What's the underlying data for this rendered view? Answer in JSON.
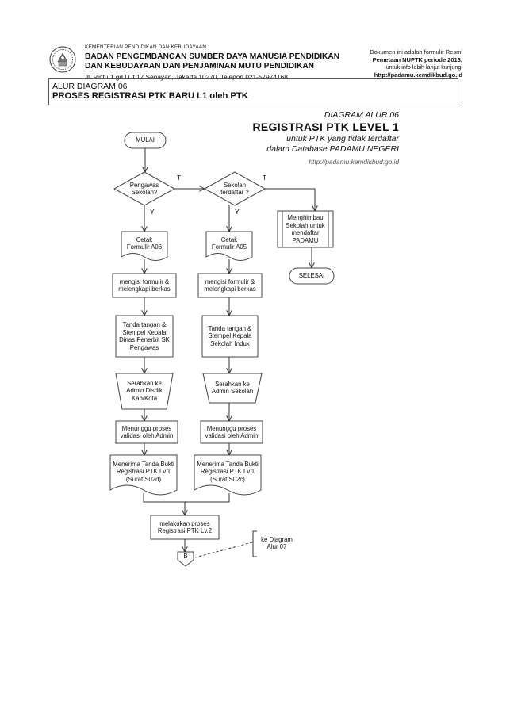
{
  "header": {
    "ministry": "KEMENTERIAN PENDIDIKAN DAN KEBUDAYAAN",
    "agency_line1": "BADAN PENGEMBANGAN SUMBER DAYA MANUSIA PENDIDIKAN",
    "agency_line2": "DAN KEBUDAYAAN DAN PENJAMINAN MUTU PENDIDIKAN",
    "address": "Jl. Pintu 1 gd.D lt.17 Senayan, Jakarta 10270, Telepon 021-57974168",
    "right_line1": "Dokumen ini adalah formulir Resmi",
    "right_line2": "Pemetaan NUPTK periode 2013,",
    "right_line3": "untuk info lebih lanjut kunjungi",
    "right_line4": "http://padamu.kemdikbud.go.id"
  },
  "title_box": {
    "line1": "ALUR DIAGRAM 06",
    "line2": "PROSES REGISTRASI PTK BARU L1 oleh PTK"
  },
  "diagram_title": {
    "line1": "DIAGRAM ALUR 06",
    "line2": "REGISTRASI PTK LEVEL 1",
    "line3": "untuk PTK yang tidak terdaftar",
    "line4": "dalam Database PADAMU NEGERI",
    "url": "http://padamu.kemdikbud.go.id"
  },
  "flow": {
    "start": "MULAI",
    "decision1": [
      "Pengawas",
      "Sekolah?"
    ],
    "decision2": [
      "Sekolah",
      "terdaftar ?"
    ],
    "yes_label": "Y",
    "no_label": "T",
    "appeal": [
      "Menghimbau",
      "Sekolah untuk",
      "mendaftar",
      "PADAMU"
    ],
    "end": "SELESAI",
    "left": {
      "print": [
        "Cetak",
        "Formulir A06"
      ],
      "fill": [
        "mengisi formulir &",
        "melengkapi berkas"
      ],
      "sign": [
        "Tanda tangan &",
        "Stempel Kepala",
        "Dinas Penerbit SK",
        "Pengawas"
      ],
      "submit": [
        "Serahkan ke",
        "Admin Disdik",
        "Kab/Kota"
      ],
      "wait": [
        "Menunggu proses",
        "validasi oleh Admin"
      ],
      "receive": [
        "Menerima Tanda Bukti",
        "Registrasi PTK Lv.1",
        "(Surat S02d)"
      ]
    },
    "right": {
      "print": [
        "Cetak",
        "Formulir A05"
      ],
      "fill": [
        "mengisi formulir &",
        "melengkapi berkas"
      ],
      "sign": [
        "Tanda tangan &",
        "Stempel Kepala",
        "Sekolah Induk"
      ],
      "submit": [
        "Serahkan ke",
        "Admin Sekolah"
      ],
      "wait": [
        "Menunggu proses",
        "validasi oleh Admin"
      ],
      "receive": [
        "Menerima Tanda Bukti",
        "Registrasi PTK Lv.1",
        "(Surat S02c)"
      ]
    },
    "merge": [
      "melakukan proses",
      "Registrasi PTK Lv.2"
    ],
    "connector": "B",
    "annotation": [
      "ke Diagram",
      "Alur 07"
    ]
  }
}
